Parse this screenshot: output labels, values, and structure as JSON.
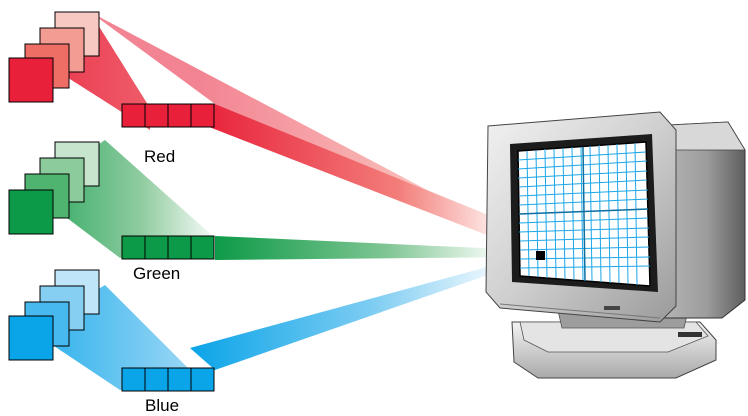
{
  "channels": [
    {
      "label": "Red",
      "color": "#e8203a",
      "light": "#f7b3ae"
    },
    {
      "label": "Green",
      "color": "#0d9a48",
      "light": "#b5dcc0"
    },
    {
      "label": "Blue",
      "color": "#0aa4e8",
      "light": "#a8dcf6"
    }
  ],
  "monitor": {
    "screen_color": "#ffffff",
    "grid_color": "#1aa6e6",
    "body_color": "#c8c8c8"
  }
}
